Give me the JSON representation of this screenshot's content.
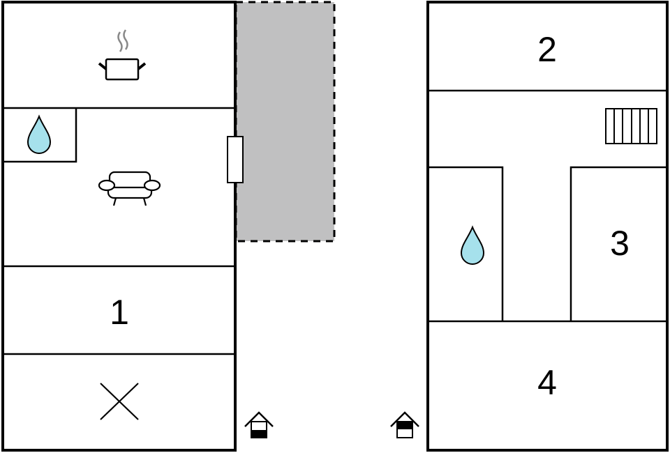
{
  "colors": {
    "terrace_fill": "#c0c0c1",
    "water": "#a6e1ec",
    "steam": "#888888",
    "walls": "#000000"
  },
  "ground_floor": {
    "rooms": [
      {
        "name": "kitchen",
        "icon": "cooking-pot-icon"
      },
      {
        "name": "bathroom",
        "icon": "water-drop-icon"
      },
      {
        "name": "living-room",
        "icon": "sofa-icon"
      },
      {
        "name": "bedroom",
        "label": "1"
      },
      {
        "name": "storage",
        "icon": "cross-icon"
      }
    ],
    "terrace": {
      "icon": "dashed-terrace"
    },
    "floor_indicator": {
      "icon": "house-ground-floor-icon"
    }
  },
  "upper_floor": {
    "rooms": [
      {
        "name": "bedroom",
        "label": "2"
      },
      {
        "name": "hallway",
        "icon": "stairs-icon"
      },
      {
        "name": "bathroom",
        "icon": "water-drop-icon"
      },
      {
        "name": "bedroom",
        "label": "3"
      },
      {
        "name": "bedroom",
        "label": "4"
      }
    ],
    "floor_indicator": {
      "icon": "house-upper-floor-icon"
    }
  }
}
